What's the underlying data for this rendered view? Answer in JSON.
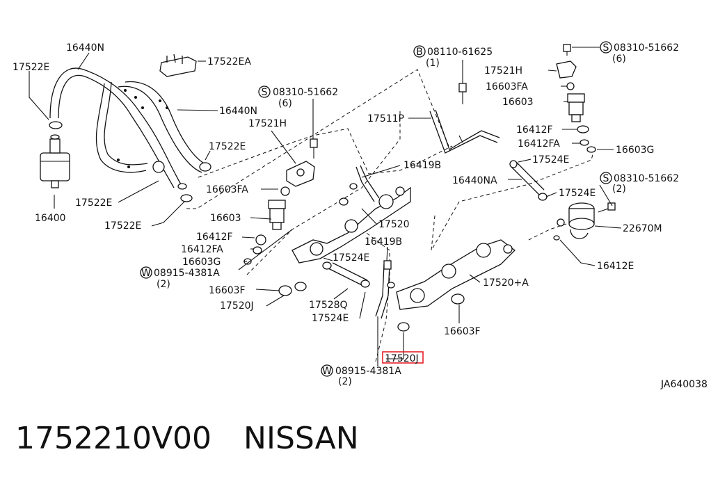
{
  "labels": {
    "l_16440N_top": "16440N",
    "l_17522E_tl": "17522E",
    "l_17522EA": "17522EA",
    "l_16440N_mid": "16440N",
    "l_17522E_mid": "17522E",
    "l_17522E_bl": "17522E",
    "l_16400": "16400",
    "l_17522E_b2": "17522E",
    "l_bolt_s1": "08310-51662",
    "l_bolt_s1_q": "(6)",
    "l_17521H_left": "17521H",
    "l_16603FA_left": "16603FA",
    "l_16603_left": "16603",
    "l_16412F_left": "16412F",
    "l_16412FA_left": "16412FA",
    "l_16603G_left": "16603G",
    "l_w1": "08915-4381A",
    "l_w1_q": "(2)",
    "l_16603F_left": "16603F",
    "l_17520J_left": "17520J",
    "l_17511P": "17511P",
    "l_16419B_top": "16419B",
    "l_17520": "17520",
    "l_16419B_mid": "16419B",
    "l_17524E_mid": "17524E",
    "l_17528Q": "17528Q",
    "l_17524E_low": "17524E",
    "l_17520J_hl": "17520J",
    "l_w2": "08915-4381A",
    "l_w2_q": "(2)",
    "l_b1": "08110-61625",
    "l_b1_q": "(1)",
    "l_bolt_s2": "08310-51662",
    "l_bolt_s2_q": "(6)",
    "l_17521H_right": "17521H",
    "l_16603FA_right": "16603FA",
    "l_16603_right": "16603",
    "l_16412F_right": "16412F",
    "l_16412FA_right": "16412FA",
    "l_16603G_right": "16603G",
    "l_17524E_r1": "17524E",
    "l_16440NA": "16440NA",
    "l_17524E_r2": "17524E",
    "l_bolt_s3": "08310-51662",
    "l_bolt_s3_q": "(2)",
    "l_22670M": "22670M",
    "l_16412E": "16412E",
    "l_17520A": "17520+A",
    "l_16603F_right": "16603F",
    "l_ref": "JA640038"
  },
  "symbols": {
    "s": "S",
    "w": "W",
    "b": "B"
  },
  "highlight_color": "#e8202a",
  "footer": {
    "part_number": "1752210V00",
    "brand": "NISSAN"
  }
}
